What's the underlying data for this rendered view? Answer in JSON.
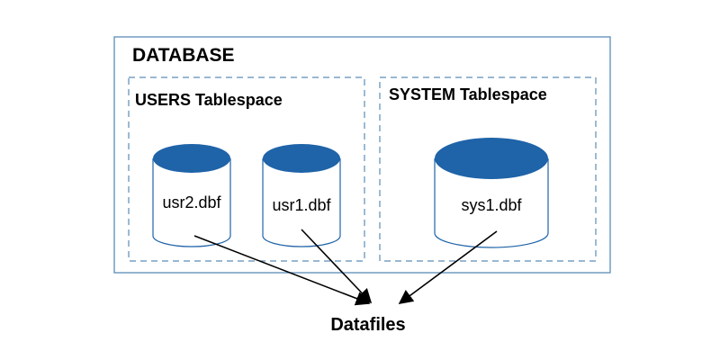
{
  "database": {
    "title": "DATABASE"
  },
  "tablespaces": [
    {
      "title": "USERS Tablespace",
      "datafiles": [
        "usr2.dbf",
        "usr1.dbf"
      ]
    },
    {
      "title": "SYSTEM Tablespace",
      "datafiles": [
        "sys1.dbf"
      ]
    }
  ],
  "output": {
    "label": "Datafiles"
  },
  "colors": {
    "border": "#5b8db8",
    "cylinder_top": "#1f63a8",
    "cylinder_outline": "#1f63a8",
    "arrow": "#000000"
  }
}
